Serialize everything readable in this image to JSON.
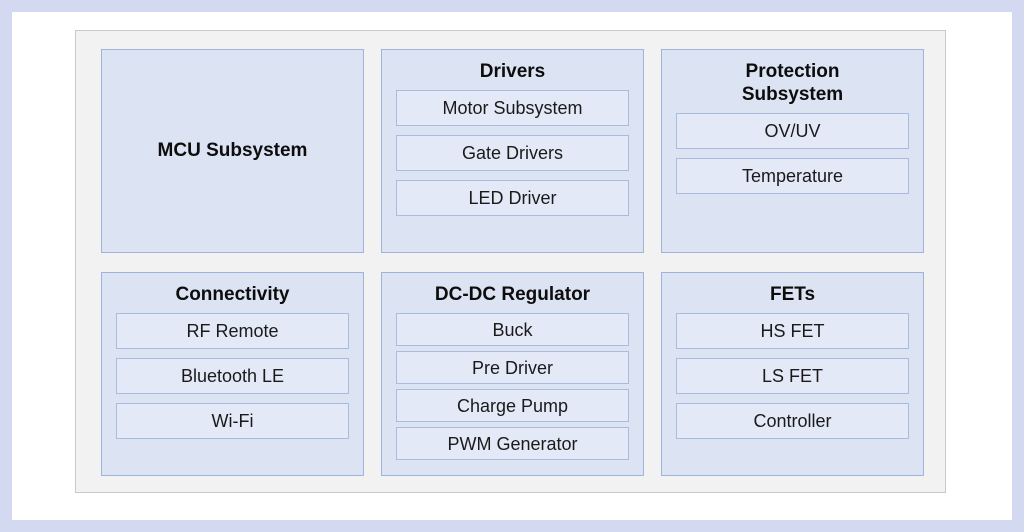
{
  "colors": {
    "slide_border": "#d2d9f0",
    "page_background": "#ffffff",
    "panel_background": "#f2f2f2",
    "panel_border": "#c9c9c9",
    "block_fill": "#dce3f2",
    "block_border": "#9fb4da",
    "subbox_fill": "#e3e9f6",
    "subbox_border": "#a9bcdd",
    "title_text": "#0d0d0d",
    "subbox_text": "#1a1a1a"
  },
  "diagram": {
    "blocks": [
      {
        "id": "mcu-subsystem",
        "title": "MCU Subsystem",
        "children": []
      },
      {
        "id": "drivers",
        "title": "Drivers",
        "children": [
          {
            "label": "Motor Subsystem"
          },
          {
            "label": "Gate Drivers"
          },
          {
            "label": "LED Driver"
          }
        ]
      },
      {
        "id": "protection-subsystem",
        "title": "Protection\nSubsystem",
        "children": [
          {
            "label": "OV/UV"
          },
          {
            "label": "Temperature"
          }
        ]
      },
      {
        "id": "connectivity",
        "title": "Connectivity",
        "children": [
          {
            "label": "RF Remote"
          },
          {
            "label": "Bluetooth LE"
          },
          {
            "label": "Wi-Fi"
          }
        ]
      },
      {
        "id": "dc-dc-regulator",
        "title": "DC-DC Regulator",
        "children": [
          {
            "label": "Buck"
          },
          {
            "label": "Pre Driver"
          },
          {
            "label": "Charge Pump"
          },
          {
            "label": "PWM Generator"
          }
        ]
      },
      {
        "id": "fets",
        "title": "FETs",
        "children": [
          {
            "label": "HS FET"
          },
          {
            "label": "LS FET"
          },
          {
            "label": "Controller"
          }
        ]
      }
    ]
  }
}
